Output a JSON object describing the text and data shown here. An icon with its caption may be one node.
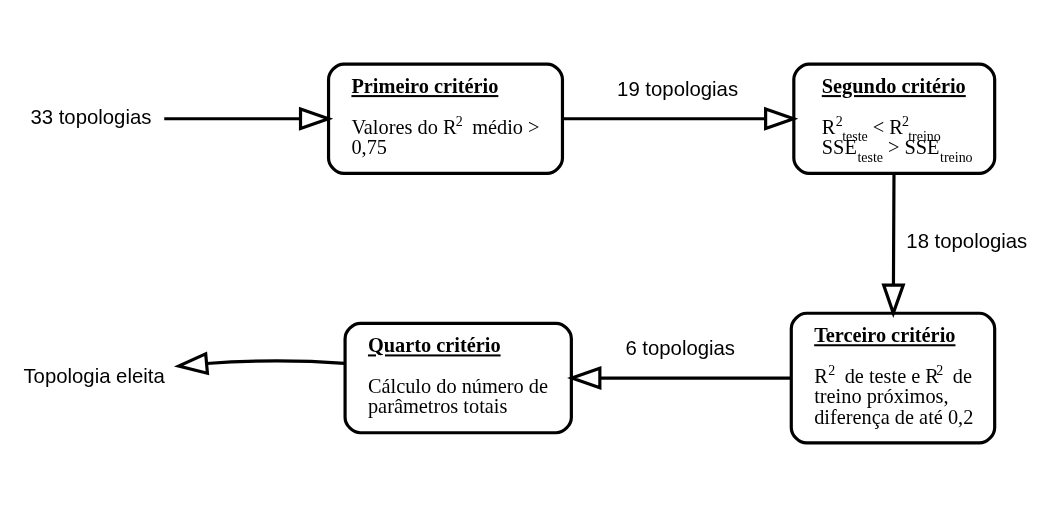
{
  "diagram": {
    "nodes": [
      {
        "text": [
          "33 topologias"
        ]
      },
      {
        "text": [
          "Primeiro critério",
          "Valores do R$^{2}$ médio > 0,75"
        ]
      },
      {
        "text": [
          "Segundo critério",
          "R$^{2}$$_{teste}$ < R$^{2}$$_{treino}$",
          "SSE$_{teste}$ > SSE$_{treino}$"
        ]
      },
      {
        "text": [
          "Terceiro critério",
          "R$^{2}$ de teste e R$^{2}$ de treino próximos, diferença de até 0,2"
        ]
      },
      {
        "text": [
          "Quarto critério",
          "Cálculo do número de parâmetros totais"
        ]
      },
      {
        "text": [
          "Topologia eleita"
        ]
      }
    ],
    "edges": [
      {
        "from": 0,
        "to": 1,
        "arrow": "to"
      },
      {
        "from": 1,
        "to": 2,
        "arrow": "to",
        "label": "19 topologias"
      },
      {
        "from": 2,
        "to": 3,
        "arrow": "to",
        "label": "18 topologias"
      },
      {
        "from": 3,
        "to": 4,
        "arrow": "to",
        "label": "6 topologias"
      },
      {
        "from": 4,
        "to": 5,
        "arrow": "to"
      }
    ]
  }
}
